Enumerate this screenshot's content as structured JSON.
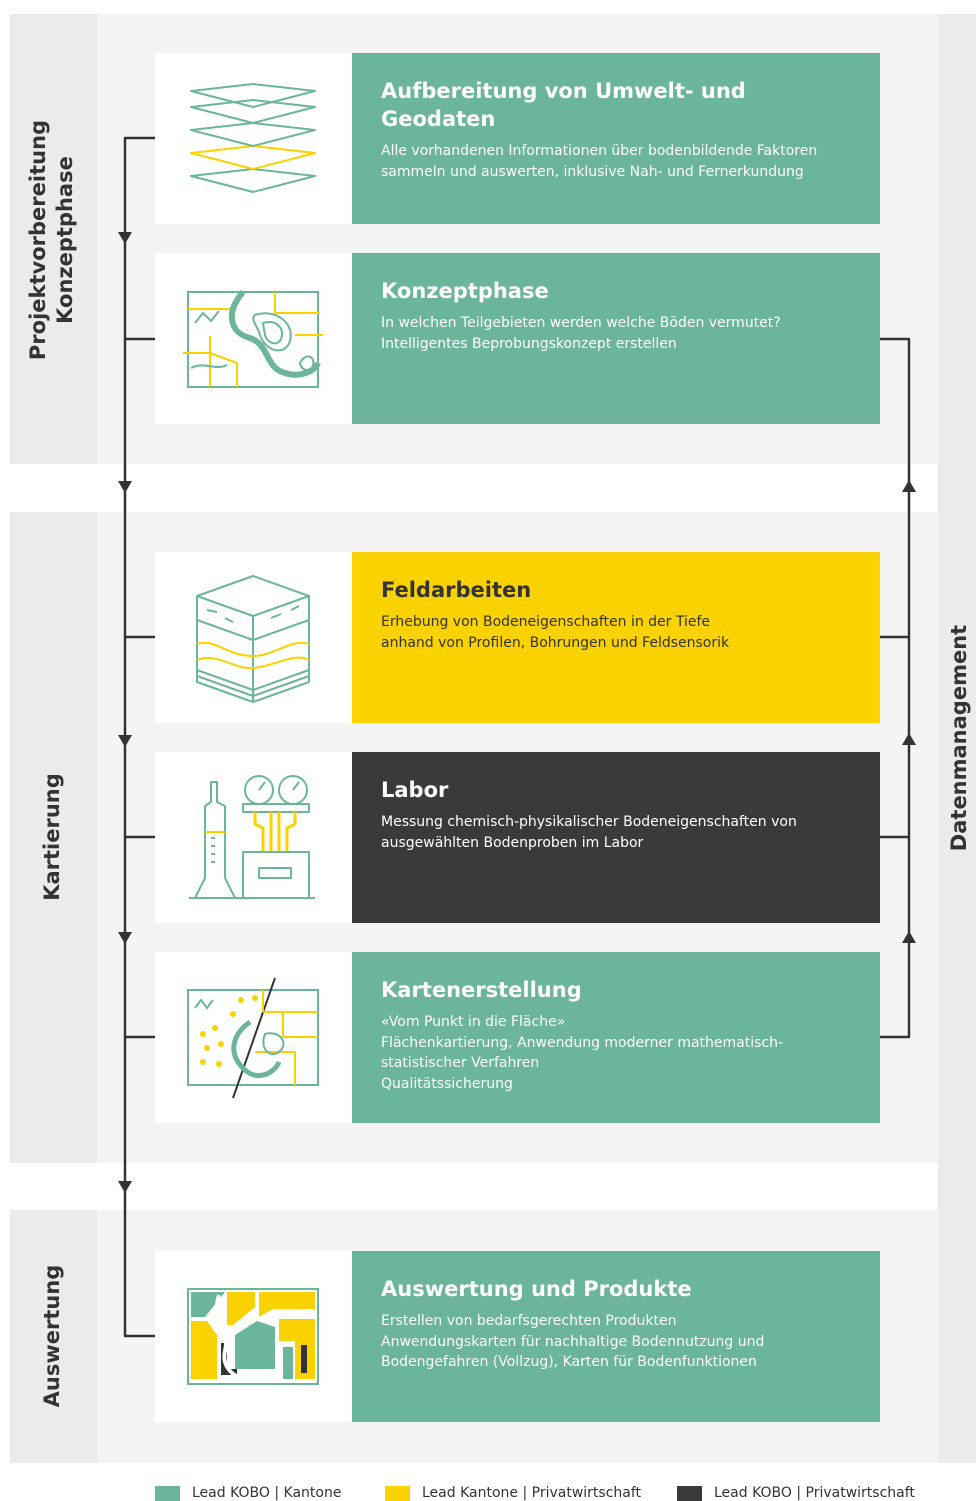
{
  "phases": {
    "p1": "Projektvorbereitung\nKonzeptphase",
    "p2": "Kartierung",
    "p3": "Auswertung",
    "right": "Datenmanagement"
  },
  "cards": [
    {
      "title": "Aufbereitung von Umwelt- und Geodaten",
      "desc": "Alle vorhandenen Informationen über bodenbildende Faktoren\nsammeln und auswerten, inklusive Nah- und Fernerkundung",
      "color": "green",
      "icon": "layers-icon"
    },
    {
      "title": "Konzeptphase",
      "desc": "In welchen Teilgebieten werden welche Böden vermutet?\nIntelligentes Beprobungskonzept erstellen",
      "color": "green",
      "icon": "topographic-map-icon"
    },
    {
      "title": "Feldarbeiten",
      "desc": "Erhebung von Bodeneigenschaften in der Tiefe\nanhand von Profilen, Bohrungen und Feldsensorik",
      "color": "yellow",
      "icon": "soil-block-icon"
    },
    {
      "title": "Labor",
      "desc": "Messung chemisch-physikalischer Bodeneigenschaften von\nausgewählten Bodenproben im Labor",
      "color": "dark",
      "icon": "lab-equipment-icon"
    },
    {
      "title": "Kartenerstellung",
      "desc": "«Vom Punkt in die Fläche»\nFlächenkartierung, Anwendung moderner mathematisch-\nstatistischer Verfahren\nQualitätssicherung",
      "color": "green",
      "icon": "point-to-area-map-icon"
    },
    {
      "title": "Auswertung und Produkte",
      "desc": "Erstellen von bedarfsgerechten Produkten\nAnwendungskarten für nachhaltige Bodennutzung und\nBodengefahren (Vollzug), Karten für Bodenfunktionen",
      "color": "green",
      "icon": "product-map-icon"
    }
  ],
  "legend": [
    {
      "label": "Lead KOBO | Kantone",
      "color": "#6bb59a"
    },
    {
      "label": "Lead Kantone | Privatwirtschaft",
      "color": "#fad200"
    },
    {
      "label": "Lead KOBO | Privatwirtschaft",
      "color": "#3a3a3a"
    }
  ],
  "colors": {
    "green": "#6bb59a",
    "yellow": "#fad200",
    "dark": "#3a3a3a",
    "line": "#333333"
  }
}
